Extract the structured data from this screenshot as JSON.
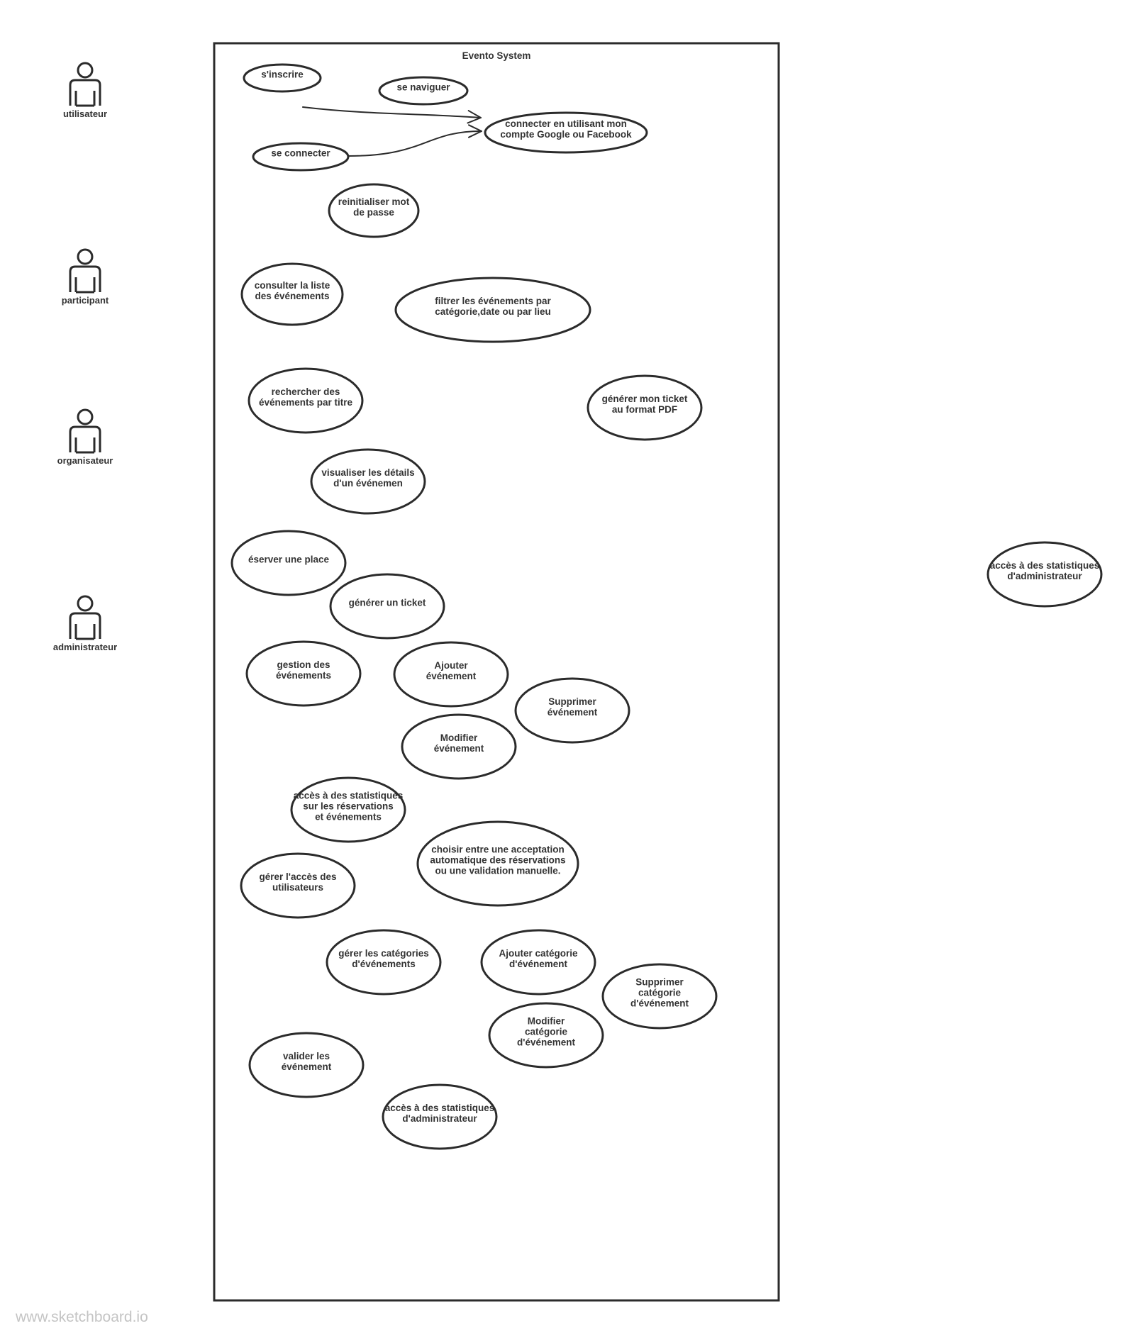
{
  "system": {
    "title": "Evento System"
  },
  "actors": [
    {
      "id": "utilisateur",
      "label": "utilisateur"
    },
    {
      "id": "participant",
      "label": "participant"
    },
    {
      "id": "organisateur",
      "label": "organisateur"
    },
    {
      "id": "administrateur",
      "label": "administrateur"
    }
  ],
  "use_cases": [
    {
      "id": "s-inscrire",
      "lines": [
        "s'inscrire"
      ]
    },
    {
      "id": "se-naviguer",
      "lines": [
        "se naviguer"
      ]
    },
    {
      "id": "connecter-google-facebook",
      "lines": [
        "connecter en utilisant mon",
        "compte Google ou Facebook"
      ]
    },
    {
      "id": "se-connecter",
      "lines": [
        "se connecter"
      ]
    },
    {
      "id": "reinitialiser-mot-de-passe",
      "lines": [
        "reinitialiser mot",
        "de passe"
      ]
    },
    {
      "id": "consulter-liste-evenements",
      "lines": [
        "consulter la liste",
        "des événements"
      ]
    },
    {
      "id": "filtrer-evenements",
      "lines": [
        "filtrer les événements par",
        "catégorie,date ou par lieu"
      ]
    },
    {
      "id": "rechercher-evenements-titre",
      "lines": [
        "rechercher des",
        "événements par titre"
      ]
    },
    {
      "id": "generer-ticket-pdf",
      "lines": [
        "générer mon ticket",
        "au format PDF"
      ]
    },
    {
      "id": "visualiser-details-evenement",
      "lines": [
        "visualiser les détails",
        "d'un événemen"
      ]
    },
    {
      "id": "reserver-place",
      "lines": [
        "éserver une place"
      ]
    },
    {
      "id": "generer-ticket",
      "lines": [
        "générer un ticket"
      ]
    },
    {
      "id": "gestion-evenements",
      "lines": [
        "gestion des",
        "événements"
      ]
    },
    {
      "id": "ajouter-evenement",
      "lines": [
        "Ajouter",
        "événement"
      ]
    },
    {
      "id": "supprimer-evenement",
      "lines": [
        "Supprimer",
        "événement"
      ]
    },
    {
      "id": "modifier-evenement",
      "lines": [
        "Modifier",
        "événement"
      ]
    },
    {
      "id": "statistiques-reservations",
      "lines": [
        "accès à des statistiques",
        "sur les réservations",
        "et événements"
      ]
    },
    {
      "id": "acceptation-reservations",
      "lines": [
        "choisir entre une acceptation",
        "automatique des réservations",
        "ou une validation manuelle."
      ]
    },
    {
      "id": "gerer-acces-utilisateurs",
      "lines": [
        "gérer l'accès des",
        "utilisateurs"
      ]
    },
    {
      "id": "gerer-categories",
      "lines": [
        "gérer les catégories",
        "d'événements"
      ]
    },
    {
      "id": "ajouter-categorie",
      "lines": [
        "Ajouter catégorie",
        "d'événement"
      ]
    },
    {
      "id": "supprimer-categorie",
      "lines": [
        "Supprimer",
        "catégorie",
        "d'événement"
      ]
    },
    {
      "id": "modifier-categorie",
      "lines": [
        "Modifier",
        "catégorie",
        "d'événement"
      ]
    },
    {
      "id": "valider-evenement",
      "lines": [
        "valider les",
        "événement"
      ]
    },
    {
      "id": "statistiques-administrateur",
      "lines": [
        "accès à des statistiques",
        "d'administrateur"
      ]
    },
    {
      "id": "statistiques-administrateur-outside",
      "lines": [
        "accès à des statistiques",
        "d'administrateur"
      ]
    }
  ],
  "relations": [
    {
      "from": "s-inscrire",
      "to": "connecter-google-facebook",
      "arrow": "open"
    },
    {
      "from": "se-connecter",
      "to": "connecter-google-facebook",
      "arrow": "open"
    }
  ],
  "watermark": "www.sketchboard.io"
}
